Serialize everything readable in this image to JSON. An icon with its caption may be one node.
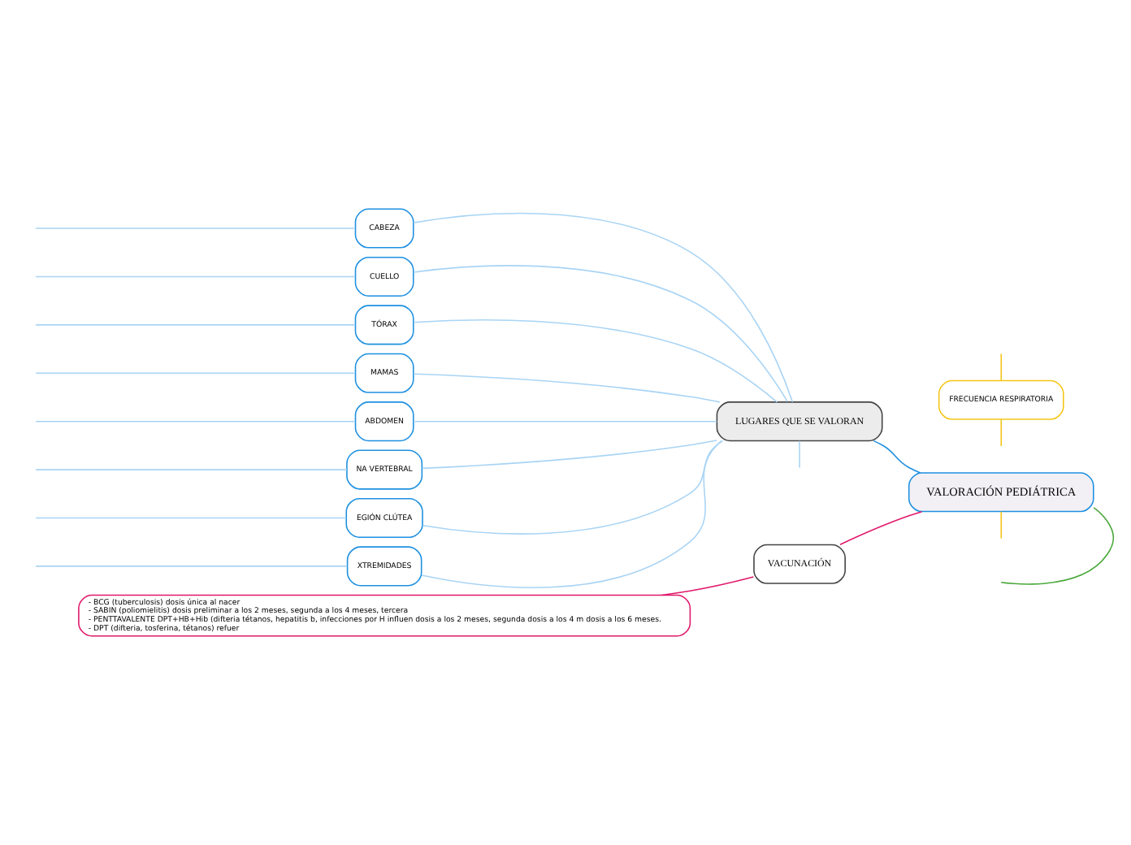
{
  "diagram": {
    "nodes": [
      {
        "text": [
          "VALORACIÓN PEDIÁTRICA"
        ]
      },
      {
        "text": [
          "LUGARES QUE SE VALORAN"
        ]
      },
      {
        "text": [
          "VACUNACIÓN"
        ]
      },
      {
        "text": [
          "- BCG (tuberculosis) dosis única al nacer",
          "- SABIN (poliomielitis) dosis preliminar a los 2 meses, segunda a los 4 meses, tercera",
          "- PENTTAVALENTE DPT+HB+Hib (difteria tétanos, hepatitis b, infecciones por H influen dosis a los 2 meses, segunda dosis a los 4 m dosis a los 6 meses.",
          "- DPT (difteria, tosferina, tétanos) refuer"
        ]
      },
      {
        "text": [
          "FRECUENCIA RESPIRATORIA"
        ]
      },
      {
        "text": [
          "CABEZA"
        ]
      },
      {
        "text": [
          "CUELLO"
        ]
      },
      {
        "text": [
          "TÓRAX"
        ]
      },
      {
        "text": [
          "MAMAS"
        ]
      },
      {
        "text": [
          "ABDOMEN"
        ]
      },
      {
        "text": [
          "NA VERTEBRAL"
        ]
      },
      {
        "text": [
          "EGIÓN CLÚTEA"
        ]
      },
      {
        "text": [
          "XTREMIDADES"
        ]
      }
    ],
    "edges": [
      {
        "from": 0,
        "to": null,
        "arrow": "none",
        "color": "#4aa83a"
      },
      {
        "from": 0,
        "to": null,
        "arrow": "none",
        "color": "#f5c518"
      },
      {
        "from": 0,
        "to": 1,
        "arrow": "none",
        "color": "#1e90e0"
      },
      {
        "from": 0,
        "to": 2,
        "arrow": "none",
        "color": "#e0186a"
      },
      {
        "from": 2,
        "to": 3,
        "arrow": "none",
        "color": "#e0186a"
      },
      {
        "from": null,
        "to": 4,
        "arrow": "none",
        "color": "#f5c518"
      },
      {
        "from": 4,
        "to": null,
        "arrow": "none",
        "color": "#f5c518"
      },
      {
        "from": 1,
        "to": 5,
        "arrow": "none"
      },
      {
        "from": 1,
        "to": 6,
        "arrow": "none"
      },
      {
        "from": 1,
        "to": 7,
        "arrow": "none"
      },
      {
        "from": 1,
        "to": 8,
        "arrow": "none"
      },
      {
        "from": 1,
        "to": 9,
        "arrow": "none"
      },
      {
        "from": 1,
        "to": 10,
        "arrow": "none"
      },
      {
        "from": 1,
        "to": 11,
        "arrow": "none"
      },
      {
        "from": 1,
        "to": 12,
        "arrow": "none"
      },
      {
        "from": 1,
        "to": null,
        "arrow": "none"
      },
      {
        "from": 5,
        "to": null,
        "arrow": "none"
      },
      {
        "from": 6,
        "to": null,
        "arrow": "none"
      },
      {
        "from": 7,
        "to": null,
        "arrow": "none"
      },
      {
        "from": 8,
        "to": null,
        "arrow": "none"
      },
      {
        "from": 9,
        "to": null,
        "arrow": "none"
      },
      {
        "from": 10,
        "to": null,
        "arrow": "none"
      },
      {
        "from": 11,
        "to": null,
        "arrow": "none"
      },
      {
        "from": 12,
        "to": null,
        "arrow": "none"
      }
    ]
  }
}
